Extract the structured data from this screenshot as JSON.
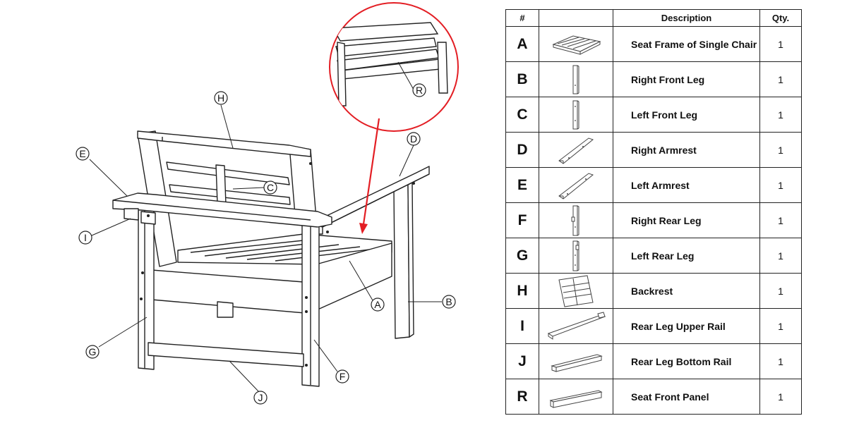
{
  "table": {
    "headers": {
      "id": "#",
      "image": "",
      "description": "Description",
      "qty": "Qty."
    },
    "rows": [
      {
        "id": "A",
        "description": "Seat Frame of Single Chair",
        "qty": "1"
      },
      {
        "id": "B",
        "description": "Right Front Leg",
        "qty": "1"
      },
      {
        "id": "C",
        "description": "Left Front Leg",
        "qty": "1"
      },
      {
        "id": "D",
        "description": "Right Armrest",
        "qty": "1"
      },
      {
        "id": "E",
        "description": "Left Armrest",
        "qty": "1"
      },
      {
        "id": "F",
        "description": "Right Rear Leg",
        "qty": "1"
      },
      {
        "id": "G",
        "description": "Left Rear Leg",
        "qty": "1"
      },
      {
        "id": "H",
        "description": "Backrest",
        "qty": "1"
      },
      {
        "id": "I",
        "description": "Rear Leg Upper Rail",
        "qty": "1"
      },
      {
        "id": "J",
        "description": "Rear Leg Bottom Rail",
        "qty": "1"
      },
      {
        "id": "R",
        "description": "Seat Front Panel",
        "qty": "1"
      }
    ]
  },
  "diagram": {
    "callouts": {
      "H": "H",
      "E": "E",
      "D": "D",
      "C": "C",
      "I": "I",
      "R": "R",
      "A": "A",
      "B": "B",
      "G": "G",
      "F": "F",
      "J": "J"
    },
    "arrow_color": "#e31e24",
    "zoom_circle_color": "#e31e24"
  }
}
